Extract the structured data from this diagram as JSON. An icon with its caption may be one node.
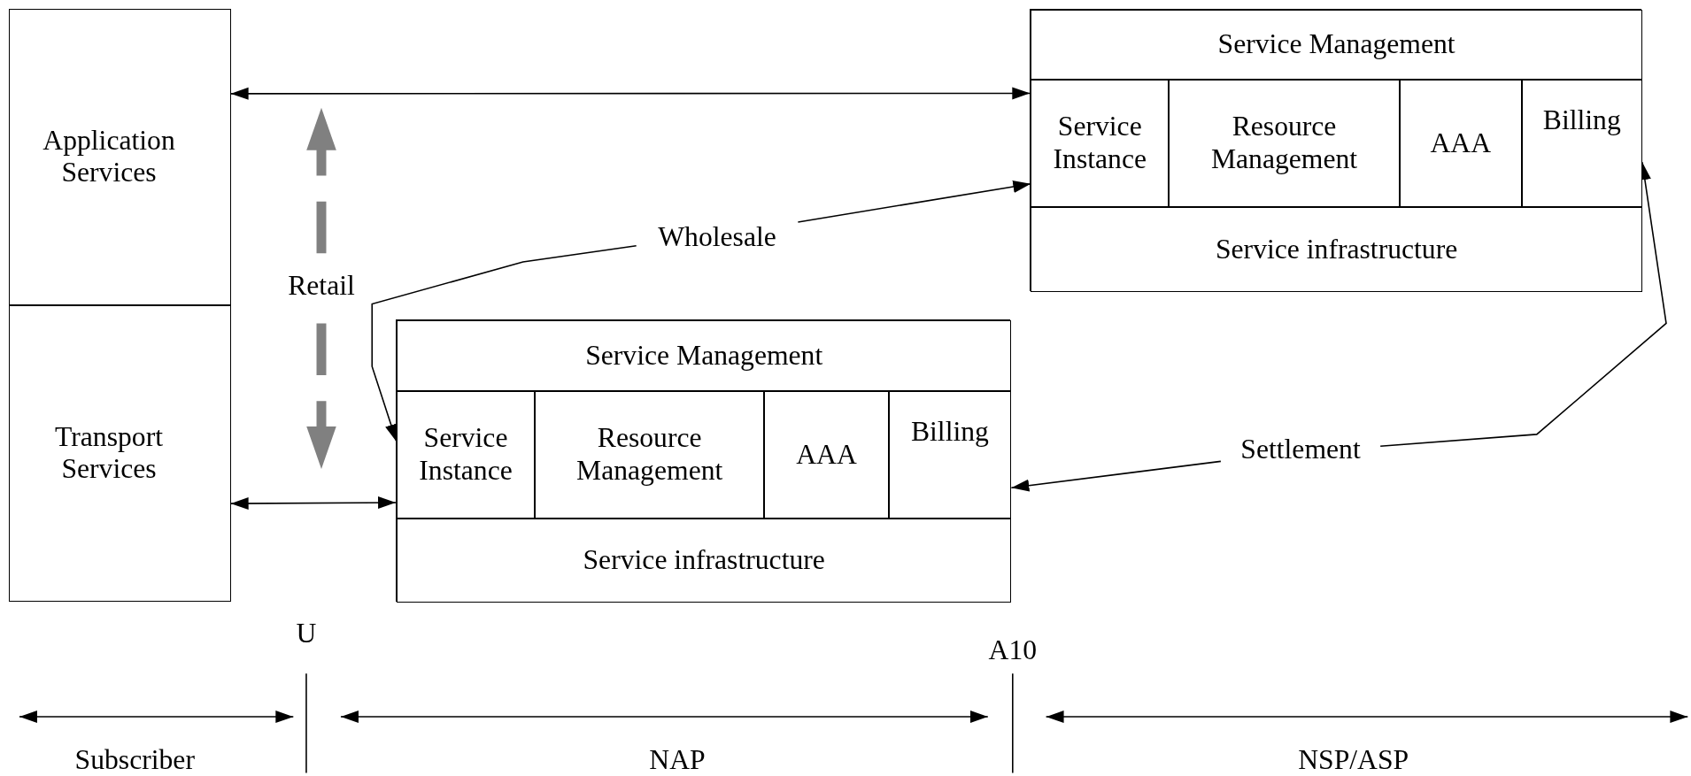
{
  "diagram": {
    "nodes": [
      {
        "text": [
          "Application Services"
        ]
      },
      {
        "text": [
          "Transport Services"
        ]
      },
      {
        "text": [],
        "shape": "box"
      },
      {
        "text": [
          "Service Management"
        ],
        "in": 2
      },
      {
        "text": [
          "Service Instance"
        ],
        "in": 2
      },
      {
        "text": [
          "Resource Management"
        ],
        "in": 2
      },
      {
        "text": [
          "AAA"
        ],
        "in": 2
      },
      {
        "text": [
          "Billing"
        ],
        "in": 2
      },
      {
        "text": [
          "Service infrastructure"
        ],
        "in": 2
      },
      {
        "text": [
          "Wholesale"
        ]
      },
      {
        "text": [],
        "shape": "box"
      },
      {
        "text": [
          "Service Management"
        ],
        "in": 10
      },
      {
        "text": [
          "Service Instance"
        ],
        "in": 10
      },
      {
        "text": [
          "Resource Management"
        ],
        "in": 10
      },
      {
        "text": [
          "AAA"
        ],
        "in": 10
      },
      {
        "text": [
          "Billing"
        ],
        "in": 10
      },
      {
        "text": [
          "Service infrastructure"
        ],
        "in": 10
      },
      {
        "text": [
          "Settlement"
        ]
      }
    ],
    "edges": [
      {
        "from": 0,
        "to": 2,
        "arrow": "both"
      },
      {
        "from": 1,
        "to": 10,
        "arrow": "both"
      },
      {
        "from": 9,
        "to": 4,
        "arrow": "to"
      },
      {
        "from": 9,
        "to": 12,
        "arrow": "to"
      },
      {
        "from": 17,
        "to": 7,
        "arrow": "to"
      },
      {
        "from": 17,
        "to": 15,
        "arrow": "to"
      }
    ],
    "labels": [
      "Retail",
      "U",
      "A10",
      "Subscriber",
      "NAP",
      "NSP/ASP"
    ]
  }
}
